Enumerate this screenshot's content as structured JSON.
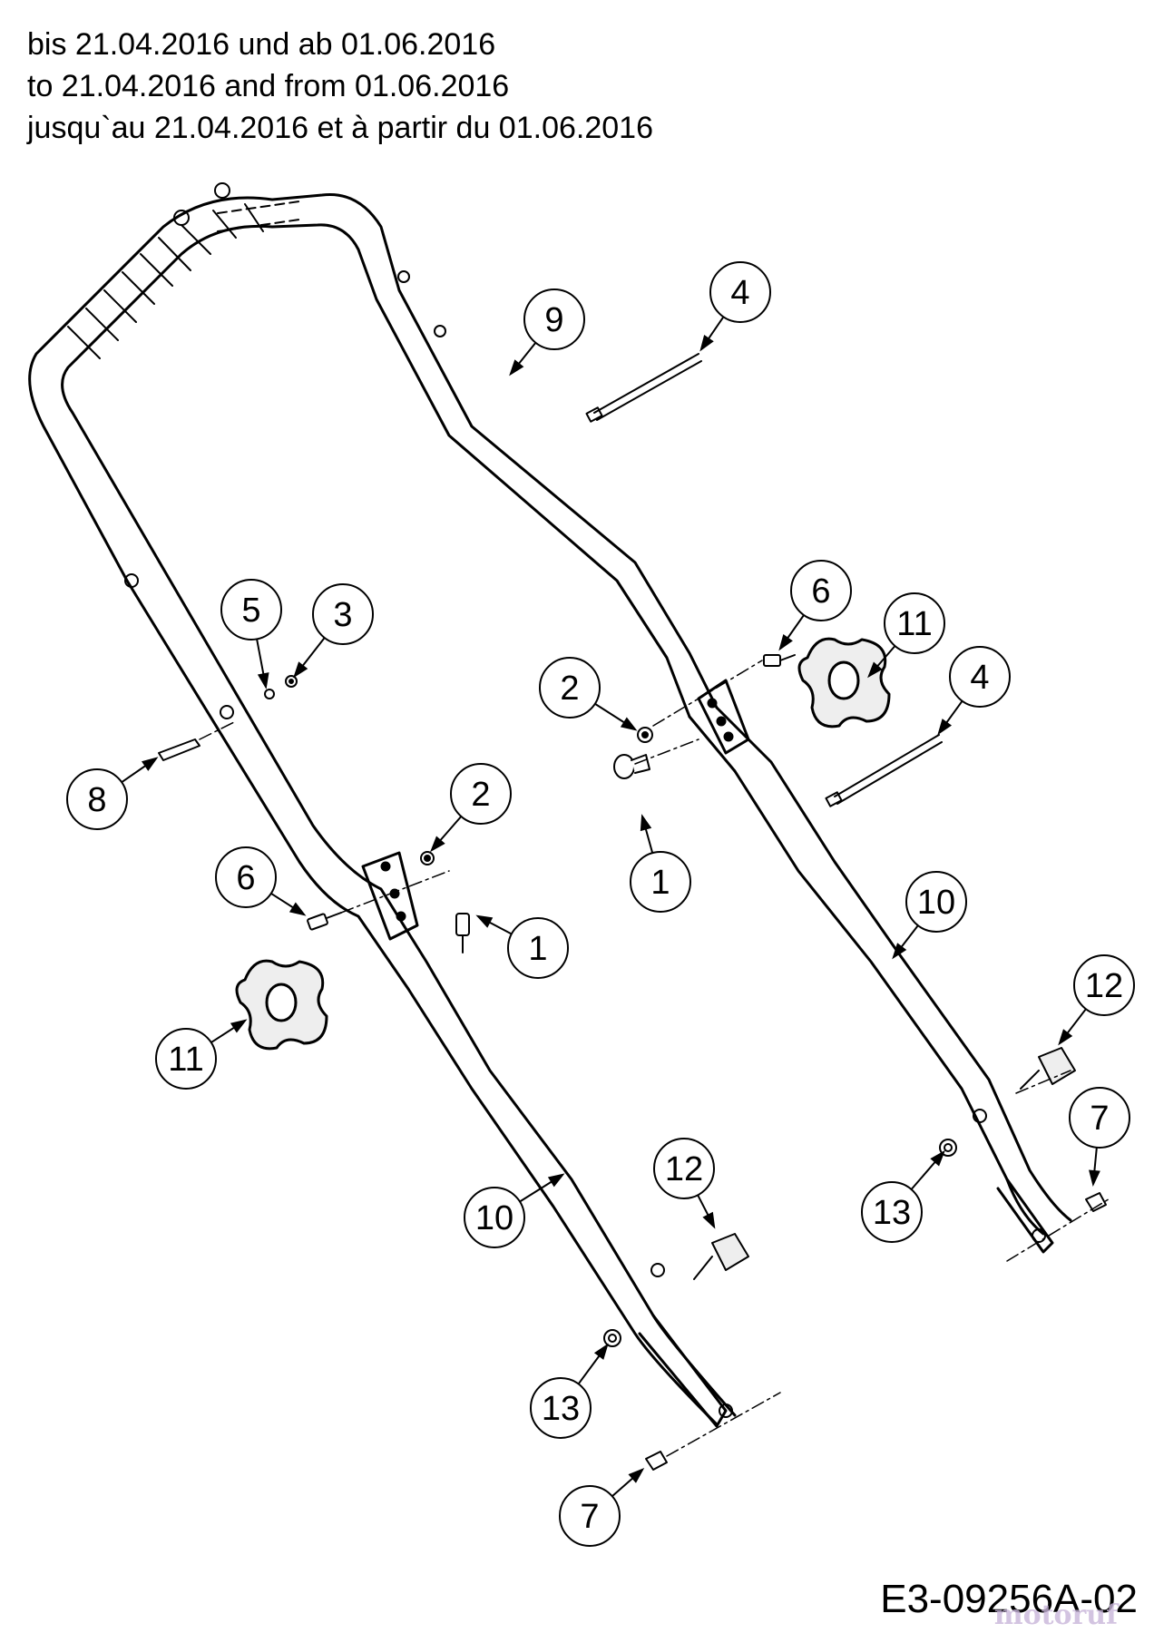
{
  "header": {
    "line_de": "bis 21.04.2016 und ab 01.06.2016",
    "line_en": "to 21.04.2016 and from 01.06.2016",
    "line_fr": "jusqu`au 21.04.2016 et à partir du 01.06.2016"
  },
  "callouts": [
    {
      "id": "c9",
      "label": "9"
    },
    {
      "id": "c4a",
      "label": "4"
    },
    {
      "id": "c4b",
      "label": "4"
    },
    {
      "id": "c5",
      "label": "5"
    },
    {
      "id": "c3",
      "label": "3"
    },
    {
      "id": "c6a",
      "label": "6"
    },
    {
      "id": "c6b",
      "label": "6"
    },
    {
      "id": "c11a",
      "label": "11"
    },
    {
      "id": "c11b",
      "label": "11"
    },
    {
      "id": "c2a",
      "label": "2"
    },
    {
      "id": "c2b",
      "label": "2"
    },
    {
      "id": "c8",
      "label": "8"
    },
    {
      "id": "c1a",
      "label": "1"
    },
    {
      "id": "c1b",
      "label": "1"
    },
    {
      "id": "c10a",
      "label": "10"
    },
    {
      "id": "c10b",
      "label": "10"
    },
    {
      "id": "c12a",
      "label": "12"
    },
    {
      "id": "c12b",
      "label": "12"
    },
    {
      "id": "c7a",
      "label": "7"
    },
    {
      "id": "c7b",
      "label": "7"
    },
    {
      "id": "c13a",
      "label": "13"
    },
    {
      "id": "c13b",
      "label": "13"
    }
  ],
  "reference_code": "E3-09256A-02",
  "watermark": "motoruf"
}
